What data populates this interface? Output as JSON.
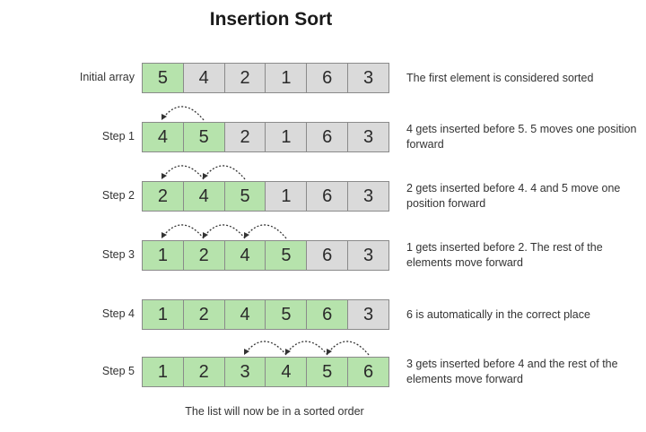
{
  "title": "Insertion Sort",
  "colors": {
    "sorted": "#b6e3ac",
    "unsorted": "#dadada",
    "border": "#8a8a8a"
  },
  "rows": [
    {
      "label": "Initial array",
      "values": [
        "5",
        "4",
        "2",
        "1",
        "6",
        "3"
      ],
      "sorted_count": 1,
      "description": "The first element is considered sorted",
      "arrows": []
    },
    {
      "label": "Step 1",
      "values": [
        "4",
        "5",
        "2",
        "1",
        "6",
        "3"
      ],
      "sorted_count": 2,
      "description": "4 gets inserted before 5. 5 moves one position forward",
      "arrows": [
        [
          1,
          0
        ]
      ]
    },
    {
      "label": "Step 2",
      "values": [
        "2",
        "4",
        "5",
        "1",
        "6",
        "3"
      ],
      "sorted_count": 3,
      "description": "2 gets inserted before 4. 4 and 5 move one position forward",
      "arrows": [
        [
          1,
          0
        ],
        [
          2,
          1
        ]
      ]
    },
    {
      "label": "Step 3",
      "values": [
        "1",
        "2",
        "4",
        "5",
        "6",
        "3"
      ],
      "sorted_count": 4,
      "description": "1 gets inserted before 2. The rest of the elements move forward",
      "arrows": [
        [
          1,
          0
        ],
        [
          2,
          1
        ],
        [
          3,
          2
        ]
      ]
    },
    {
      "label": "Step 4",
      "values": [
        "1",
        "2",
        "4",
        "5",
        "6",
        "3"
      ],
      "sorted_count": 5,
      "description": "6 is automatically in the correct place",
      "arrows": []
    },
    {
      "label": "Step 5",
      "values": [
        "1",
        "2",
        "3",
        "4",
        "5",
        "6"
      ],
      "sorted_count": 6,
      "description": "3 gets inserted before 4 and the rest of the elements move forward",
      "arrows": [
        [
          3,
          2
        ],
        [
          4,
          3
        ],
        [
          5,
          4
        ]
      ]
    }
  ],
  "footer": "The list will now be in a sorted order"
}
